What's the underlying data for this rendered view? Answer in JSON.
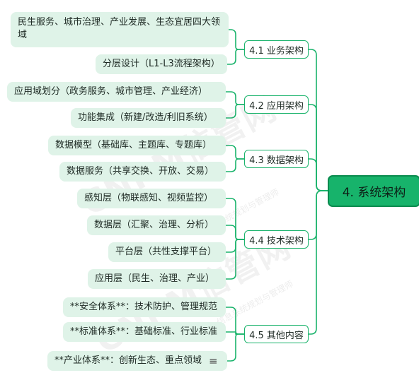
{
  "root": {
    "label": "4. 系统架构"
  },
  "sections": [
    {
      "label": "4.1 业务架构",
      "items": [
        "民生服务、城市治理、产业发展、生态宜居四大领域",
        "分层设计（L1-L3流程架构）"
      ]
    },
    {
      "label": "4.2 应用架构",
      "items": [
        "应用域划分（政务服务、城市管理、产业经济）",
        "功能集成（新建/改造/利旧系统）"
      ]
    },
    {
      "label": "4.3 数据架构",
      "items": [
        "数据模型（基础库、主题库、专题库）",
        "数据服务（共享交换、开放、交易）"
      ]
    },
    {
      "label": "4.4 技术架构",
      "items": [
        "感知层（物联感知、视频监控）",
        "数据层（汇聚、治理、分析）",
        "平台层（共性支撑平台）",
        "应用层（民生、治理、产业）"
      ]
    },
    {
      "label": "4.5 其他内容",
      "items": [
        "**安全体系**：技术防护、管理规范",
        "**标准体系**：基础标准、行业标准",
        "**产业体系**：创新生态、重点领域"
      ]
    }
  ],
  "note_icon": "note-lines-icon",
  "watermark": {
    "brand": "CNPM信管网",
    "tagline": "信息系统规划与管理师"
  },
  "colors": {
    "line": "#19b36b",
    "leaf_bg": "#dff3e8",
    "root_bg": "#17b36b",
    "mid_border": "#19b36b"
  }
}
